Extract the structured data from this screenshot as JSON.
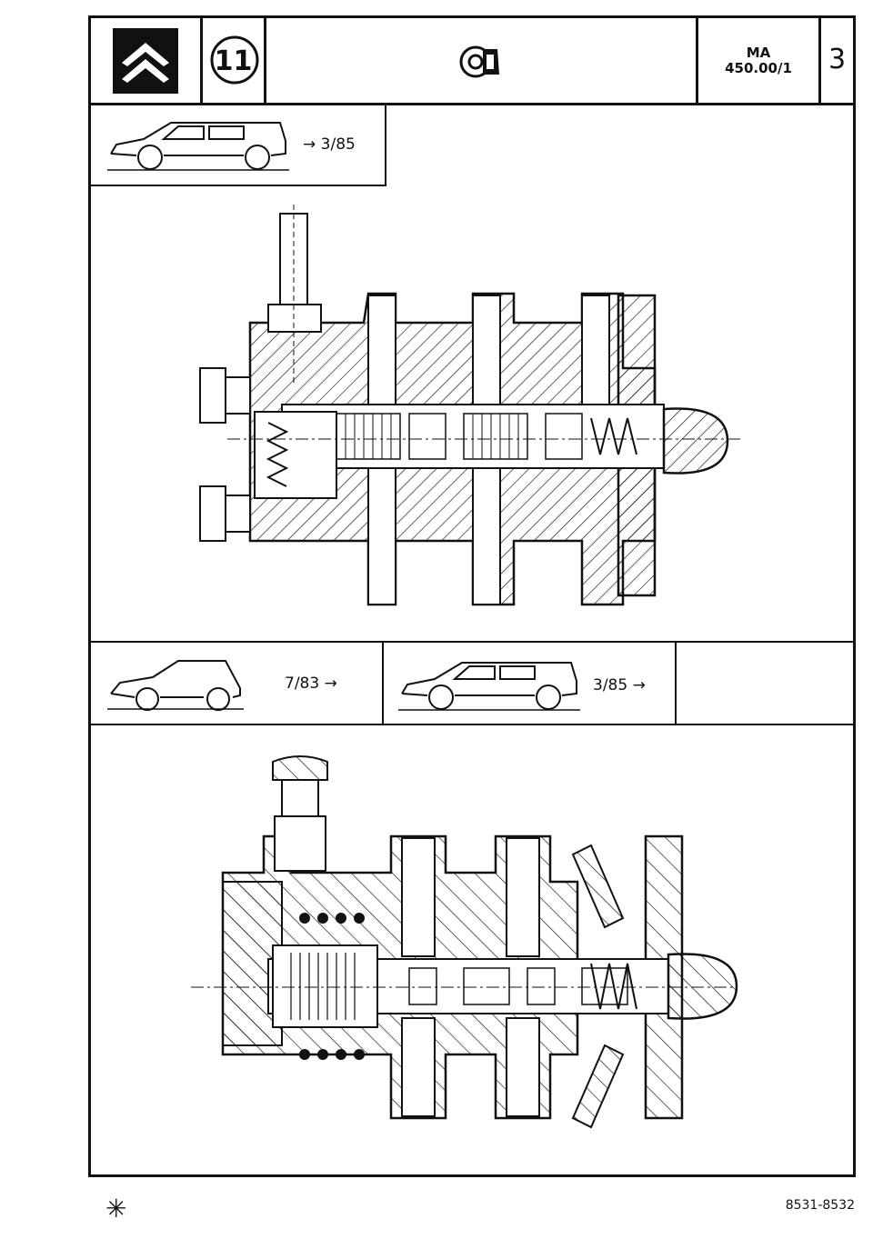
{
  "header": {
    "section_number": "11",
    "doc_code_line1": "MA",
    "doc_code_line2": "450.00/1",
    "page_number": "3",
    "logo_icon": "citroen-double-chevron-logo",
    "section_icon": "brake-disc-caliper-icon"
  },
  "applicability": {
    "top": {
      "label": "→ 3/85",
      "vehicle_icon": "estate-car-icon"
    },
    "bottom_left": {
      "label": "7/83 →",
      "vehicle_icon": "hatchback-car-icon"
    },
    "bottom_right": {
      "label": "3/85 →",
      "vehicle_icon": "estate-car-icon"
    }
  },
  "diagrams": {
    "upper": "brake-pressure-regulator-section-early",
    "lower": "brake-pressure-regulator-section-late"
  },
  "footer": {
    "symbol": "✳",
    "reference": "8531-8532"
  }
}
